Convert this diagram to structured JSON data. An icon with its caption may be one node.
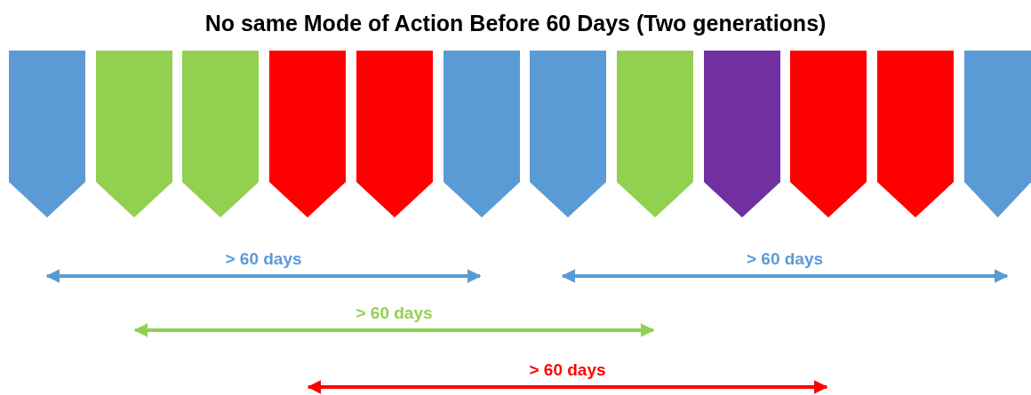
{
  "diagram": {
    "title": "No same Mode of Action Before 60 Days (Two generations)",
    "nodes": [
      {
        "text": [],
        "shape": "pentagon"
      },
      {
        "text": [],
        "shape": "pentagon"
      },
      {
        "text": [],
        "shape": "pentagon"
      },
      {
        "text": [],
        "shape": "pentagon"
      },
      {
        "text": [],
        "shape": "pentagon"
      },
      {
        "text": [],
        "shape": "pentagon"
      },
      {
        "text": [],
        "shape": "pentagon"
      },
      {
        "text": [],
        "shape": "pentagon"
      },
      {
        "text": [],
        "shape": "pentagon"
      },
      {
        "text": [],
        "shape": "pentagon"
      },
      {
        "text": [],
        "shape": "pentagon"
      },
      {
        "text": [],
        "shape": "pentagon"
      }
    ],
    "labels": [
      "> 60 days",
      "> 60 days",
      "> 60 days",
      "> 60 days"
    ]
  }
}
